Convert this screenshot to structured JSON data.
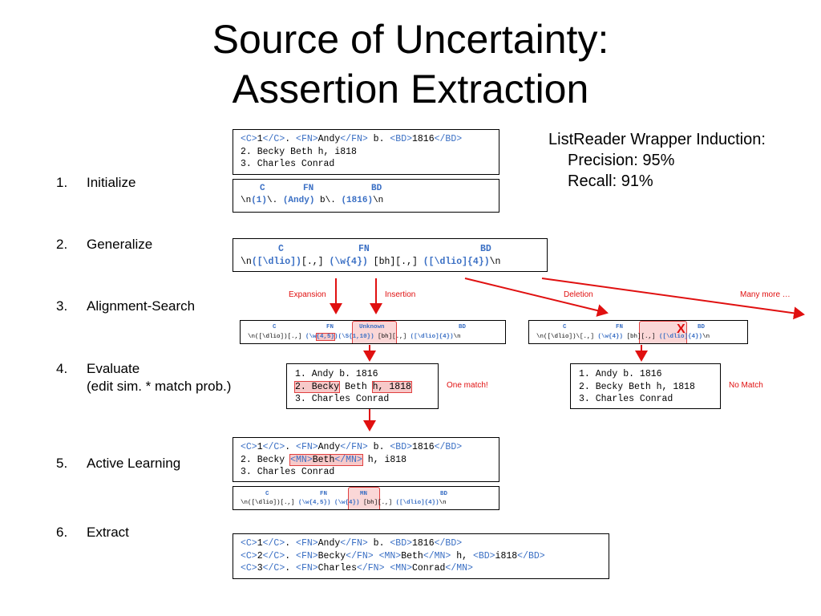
{
  "title": {
    "line1": "Source of Uncertainty:",
    "line2": "Assertion Extraction"
  },
  "info": {
    "heading": "ListReader Wrapper Induction:",
    "precision": "Precision: 95%",
    "recall": "Recall: 91%"
  },
  "steps": [
    {
      "num": "1.",
      "label": "Initialize"
    },
    {
      "num": "2.",
      "label": "Generalize"
    },
    {
      "num": "3.",
      "label": "Alignment-Search"
    },
    {
      "num": "4.",
      "label": "Evaluate",
      "label2": "(edit sim. * match prob.)"
    },
    {
      "num": "5.",
      "label": "Active Learning"
    },
    {
      "num": "6.",
      "label": "Extract"
    }
  ],
  "init_text": {
    "l1": {
      "t1": "<C>",
      "v1": "1",
      "t2": "</C>",
      "s1": ". ",
      "t3": "<FN>",
      "v2": "Andy",
      "t4": "</FN>",
      "s2": " b. ",
      "t5": "<BD>",
      "v3": "1816",
      "t6": "</BD>"
    },
    "l2": "2. Becky Beth h, i818",
    "l3": "3. Charles Conrad"
  },
  "init_regex": {
    "h1": "C",
    "h2": "FN",
    "h3": "BD",
    "p1": "\\n",
    "p2": "(1)",
    "p3": "\\. ",
    "p4": "(Andy)",
    "p5": " b\\. ",
    "p6": "(1816)",
    "p7": "\\n"
  },
  "gen_regex": {
    "h1": "C",
    "h2": "FN",
    "h3": "BD",
    "p1": "\\n",
    "p2": "([\\dlio])",
    "p3": "[.,] ",
    "p4": "(\\w{4})",
    "p5": " [bh][.,] ",
    "p6": "([\\dlio]{4})",
    "p7": "\\n"
  },
  "ops": {
    "expansion": "Expansion",
    "insertion": "Insertion",
    "deletion": "Deletion",
    "more": "Many more …"
  },
  "align_left": {
    "h1": "C",
    "h2": "FN",
    "h3": "Unknown",
    "h4": "BD",
    "p1": "\\n([\\dlio])[.,] ",
    "p2": "(\\w",
    "p3": "{4,5}",
    "p4": ")",
    "p5": "(\\S{1,10})",
    "p6": " [bh][.,] ",
    "p7": "([\\dlio]{4})",
    "p8": "\\n"
  },
  "align_right": {
    "h1": "C",
    "h2": "FN",
    "h3": "BD",
    "x": "X",
    "p1": "\\n([\\dlio])\\[.,] ",
    "p2": "(\\w{4})",
    "p3": " [bh][.,] ",
    "p4": "([\\dlio]{4})",
    "p5": "\\n"
  },
  "eval_left": {
    "l1": "1. Andy b. 1816",
    "l2a": "2. Becky",
    "l2b": " Beth ",
    "l2c": "h, 1818",
    "l3": "3. Charles Conrad",
    "result": "One match!"
  },
  "eval_right": {
    "l1": "1. Andy b. 1816",
    "l2": "2. Becky Beth h, 1818",
    "l3": "3. Charles Conrad",
    "result": "No Match"
  },
  "active_text": {
    "l1": {
      "t1": "<C>",
      "v1": "1",
      "t2": "</C>",
      "s1": ". ",
      "t3": "<FN>",
      "v2": "Andy",
      "t4": "</FN>",
      "s2": " b. ",
      "t5": "<BD>",
      "v3": "1816",
      "t6": "</BD>"
    },
    "l2": {
      "a": "2. Becky ",
      "t1": "<MN>",
      "v": "Beth",
      "t2": "</MN>",
      "b": " h, i818"
    },
    "l3": "3. Charles Conrad"
  },
  "active_regex": {
    "h1": "C",
    "h2": "FN",
    "h3": "MN",
    "h4": "BD",
    "p1": "\\n([\\dlio])[.,] ",
    "p2": "(\\w{4,5})",
    "p3": "(\\w{4})",
    "p4": " [bh][.,] ",
    "p5": "([\\dlio]{4})",
    "p6": "\\n"
  },
  "extract": {
    "l1": {
      "t1": "<C>",
      "v1": "1",
      "t2": "</C>",
      "s1": ". ",
      "t3": "<FN>",
      "v2": "Andy",
      "t4": "</FN>",
      "s2": " b. ",
      "t5": "<BD>",
      "v3": "1816",
      "t6": "</BD>"
    },
    "l2": {
      "t1": "<C>",
      "v1": "2",
      "t2": "</C>",
      "s1": ". ",
      "t3": "<FN>",
      "v2": "Becky",
      "t4": "</FN>",
      "s2": " ",
      "t5": "<MN>",
      "v3": "Beth",
      "t6": "</MN>",
      "s3": " h, ",
      "t7": "<BD>",
      "v4": "i818",
      "t8": "</BD>"
    },
    "l3": {
      "t1": "<C>",
      "v1": "3",
      "t2": "</C>",
      "s1": ". ",
      "t3": "<FN>",
      "v2": "Charles",
      "t4": "</FN>",
      "s2": " ",
      "t5": "<MN>",
      "v3": "Conrad",
      "t6": "</MN>"
    }
  },
  "colors": {
    "tag": "#3a6fc4",
    "highlight": "#e04040",
    "arrow": "#e01010"
  }
}
